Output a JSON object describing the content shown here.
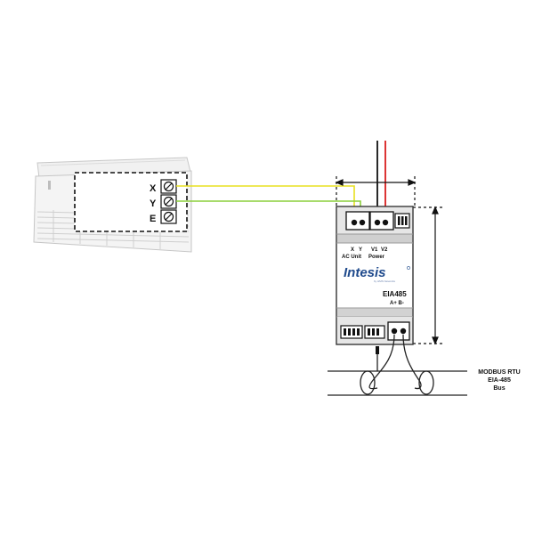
{
  "ac_unit": {
    "terminals": [
      "X",
      "Y",
      "E"
    ]
  },
  "gateway": {
    "brand": "Intesis",
    "brand_tagline": "by HMS Networks",
    "top_terminal_labels": [
      "X",
      "Y",
      "V1",
      "V2"
    ],
    "ac_unit_label": "AC Unit",
    "power_label": "Power",
    "port_title": "EIA485",
    "port_pins": "A+  B-"
  },
  "bus_label": [
    "MODBUS RTU",
    "EIA-485",
    "Bus"
  ],
  "colors": {
    "wire_yellow": "#e8e020",
    "wire_green": "#8ccf3c",
    "wire_red": "#d81e1e",
    "wire_black": "#111111",
    "brand_blue": "#1f4a8c"
  }
}
